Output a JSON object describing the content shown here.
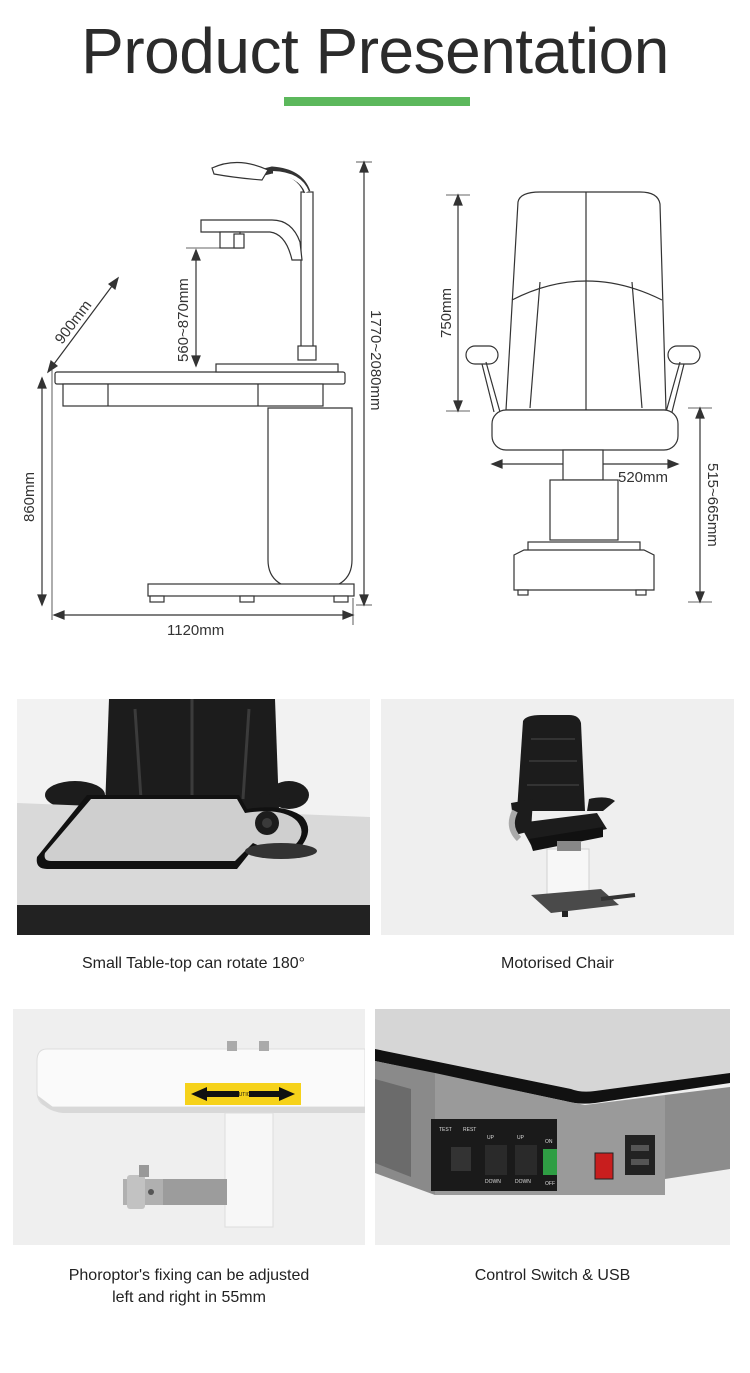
{
  "page": {
    "title": "Product Presentation"
  },
  "colors": {
    "accent": "#5cb85c",
    "line": "#333333",
    "photo_bg": "#efefef",
    "chair_black": "#1c1c1c"
  },
  "dimensions": {
    "desk_depth": "900mm",
    "arm_height": "560~870mm",
    "total_height": "1770~2080mm",
    "desk_height": "860mm",
    "desk_width": "1120mm",
    "chair_back": "750mm",
    "seat_width": "520mm",
    "seat_height": "515~665mm"
  },
  "features": [
    {
      "caption": "Small Table-top can rotate 180°"
    },
    {
      "caption": "Motorised Chair"
    },
    {
      "caption_line1": "Phoroptor's fixing can be adjusted",
      "caption_line2": "left and right in 55mm",
      "label": "CAUTION"
    },
    {
      "caption": "Control Switch & USB"
    }
  ],
  "switch_labels": [
    "TEST",
    "REST",
    "UP",
    "DOWN",
    "UP",
    "DOWN",
    "ON",
    "OFF"
  ]
}
